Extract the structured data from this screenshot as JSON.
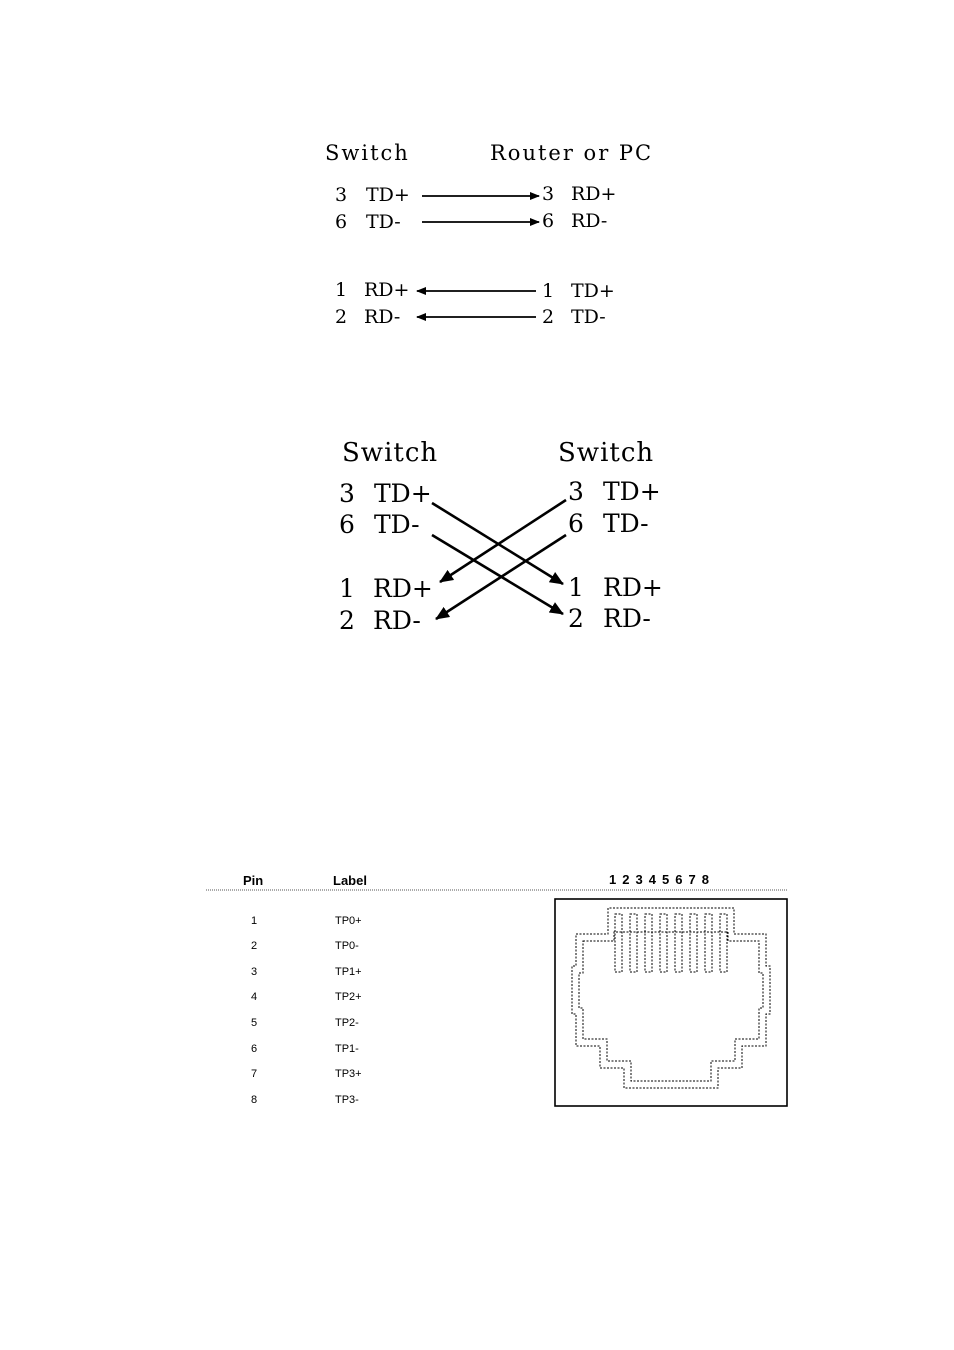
{
  "straight": {
    "left_title": "Switch",
    "right_title": "Router or PC",
    "left_rows": [
      {
        "num": "3",
        "sig": "TD+"
      },
      {
        "num": "6",
        "sig": "TD-"
      },
      {
        "num": "1",
        "sig": "RD+"
      },
      {
        "num": "2",
        "sig": "RD-"
      }
    ],
    "right_rows": [
      {
        "num": "3",
        "sig": "RD+"
      },
      {
        "num": "6",
        "sig": "RD-"
      },
      {
        "num": "1",
        "sig": "TD+"
      },
      {
        "num": "2",
        "sig": "TD-"
      }
    ]
  },
  "crossover": {
    "left_title": "Switch",
    "right_title": "Switch",
    "left_rows": [
      {
        "num": "3",
        "sig": "TD+"
      },
      {
        "num": "6",
        "sig": "TD-"
      },
      {
        "num": "1",
        "sig": "RD+"
      },
      {
        "num": "2",
        "sig": "RD-"
      }
    ],
    "right_rows": [
      {
        "num": "3",
        "sig": "TD+"
      },
      {
        "num": "6",
        "sig": "TD-"
      },
      {
        "num": "1",
        "sig": "RD+"
      },
      {
        "num": "2",
        "sig": "RD-"
      }
    ]
  },
  "pinout": {
    "col_pin": "Pin",
    "col_label": "Label",
    "connector_numbers": "1 2 3 4 5 6 7 8",
    "rows": [
      {
        "pin": "1",
        "label": "TP0+"
      },
      {
        "pin": "2",
        "label": "TP0-"
      },
      {
        "pin": "3",
        "label": "TP1+"
      },
      {
        "pin": "4",
        "label": "TP2+"
      },
      {
        "pin": "5",
        "label": "TP2-"
      },
      {
        "pin": "6",
        "label": "TP1-"
      },
      {
        "pin": "7",
        "label": "TP3+"
      },
      {
        "pin": "8",
        "label": "TP3-"
      }
    ]
  }
}
